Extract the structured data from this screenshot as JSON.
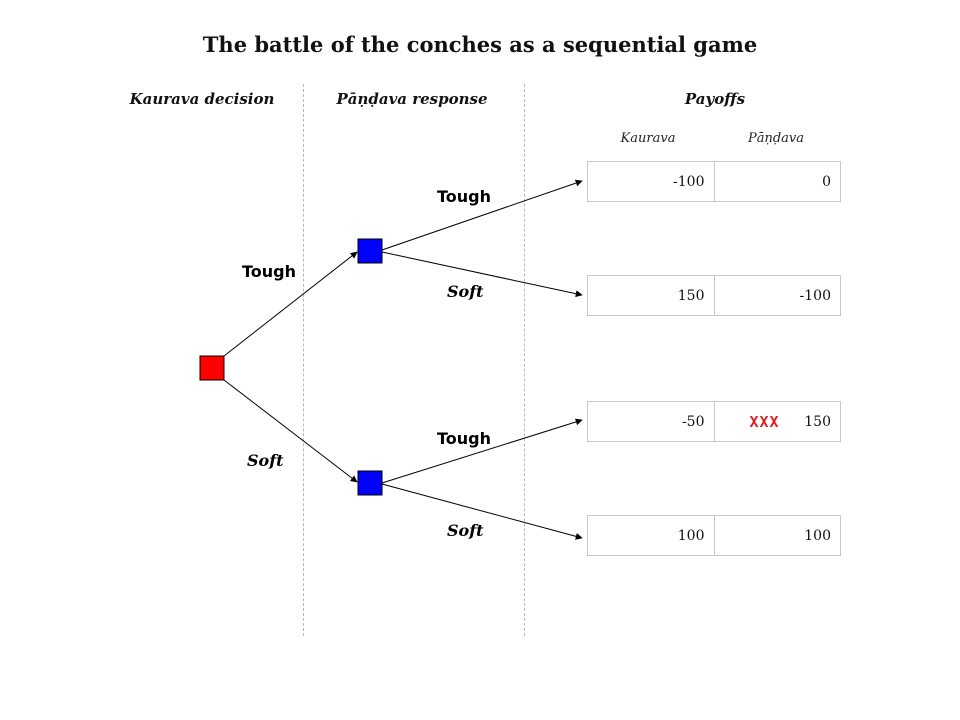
{
  "title": "The battle of the conches as a sequential game",
  "columns": {
    "kaurava_decision": "Kaurava decision",
    "pandava_response": "Pāṇḍava response",
    "payoffs": "Payoffs"
  },
  "payoff_headers": {
    "kaurava": "Kaurava",
    "pandava": "Pāṇḍava"
  },
  "nodes": {
    "root_color": "#ff0000",
    "response_color": "#0000ff"
  },
  "edges": {
    "root_tough": "Tough",
    "root_soft": "Soft",
    "upper_tough": "Tough",
    "upper_soft": "Soft",
    "lower_tough": "Tough",
    "lower_soft": "Soft"
  },
  "payoffs": [
    {
      "kaurava": "-100",
      "pandava": "0",
      "marker": ""
    },
    {
      "kaurava": "150",
      "pandava": "-100",
      "marker": ""
    },
    {
      "kaurava": "-50",
      "pandava": "150",
      "marker": "XXX"
    },
    {
      "kaurava": "100",
      "pandava": "100",
      "marker": ""
    }
  ]
}
